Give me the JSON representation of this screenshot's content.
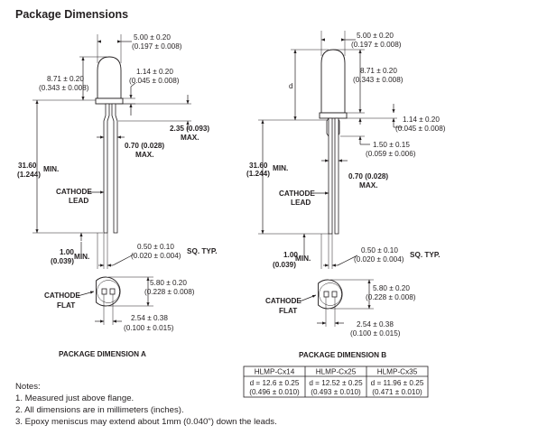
{
  "title": "Package Dimensions",
  "package_a": {
    "caption": "PACKAGE DIMENSION A",
    "body_width_mm": "5.00 ± 0.20",
    "body_width_in": "(0.197 ± 0.008)",
    "body_height_mm": "8.71 ± 0.20",
    "body_height_in": "(0.343 ± 0.008)",
    "flange_mm": "1.14 ± 0.20",
    "flange_in": "(0.045 ± 0.008)",
    "lead_kink_mm": "2.35 (0.093)",
    "lead_kink_max": "MAX.",
    "lead_width_mm": "0.70 (0.028)",
    "lead_width_max": "MAX.",
    "overall_mm": "31.60",
    "overall_in": "(1.244)",
    "overall_min": "MIN.",
    "cathode_lead_1": "CATHODE",
    "cathode_lead_2": "LEAD",
    "lead_len_mm": "1.00",
    "lead_len_min": "MIN.",
    "lead_len_in": "(0.039)",
    "lead_sq_mm": "0.50 ± 0.10",
    "lead_sq_in": "(0.020 ± 0.004)",
    "lead_sq_typ": "SQ. TYP.",
    "flange_dia_mm": "5.80 ± 0.20",
    "flange_dia_in": "(0.228 ± 0.008)",
    "spacing_mm": "2.54 ± 0.38",
    "spacing_in": "(0.100 ± 0.015)",
    "cathode_flat_1": "CATHODE",
    "cathode_flat_2": "FLAT"
  },
  "package_b": {
    "caption": "PACKAGE DIMENSION B",
    "body_width_mm": "5.00 ± 0.20",
    "body_width_in": "(0.197 ± 0.008)",
    "d_label": "d",
    "body_height_mm": "8.71 ± 0.20",
    "body_height_in": "(0.343 ± 0.008)",
    "flange_mm": "1.14 ± 0.20",
    "flange_in": "(0.045 ± 0.008)",
    "standoff_mm": "1.50 ± 0.15",
    "standoff_in": "(0.059 ± 0.006)",
    "lead_width_mm": "0.70 (0.028)",
    "lead_width_max": "MAX.",
    "overall_mm": "31.60",
    "overall_in": "(1.244)",
    "overall_min": "MIN.",
    "cathode_lead_1": "CATHODE",
    "cathode_lead_2": "LEAD",
    "lead_len_mm": "1.00",
    "lead_len_min": "MIN.",
    "lead_len_in": "(0.039)",
    "lead_sq_mm": "0.50 ± 0.10",
    "lead_sq_in": "(0.020 ± 0.004)",
    "lead_sq_typ": "SQ. TYP.",
    "flange_dia_mm": "5.80 ± 0.20",
    "flange_dia_in": "(0.228 ± 0.008)",
    "spacing_mm": "2.54 ± 0.38",
    "spacing_in": "(0.100 ± 0.015)",
    "cathode_flat_1": "CATHODE",
    "cathode_flat_2": "FLAT"
  },
  "table": {
    "headers": [
      "HLMP-Cx14",
      "HLMP-Cx25",
      "HLMP-Cx35"
    ],
    "row_mm": [
      "d = 12.6 ± 0.25",
      "d = 12.52 ± 0.25",
      "d = 11.96 ± 0.25"
    ],
    "row_in": [
      "(0.496 ± 0.010)",
      "(0.493 ± 0.010)",
      "(0.471 ± 0.010)"
    ]
  },
  "notes": {
    "heading": "Notes:",
    "items": [
      "1.  Measured just above flange.",
      "2.  All dimensions are in millimeters (inches).",
      "3.  Epoxy meniscus may extend about 1mm (0.040\") down the leads."
    ]
  }
}
